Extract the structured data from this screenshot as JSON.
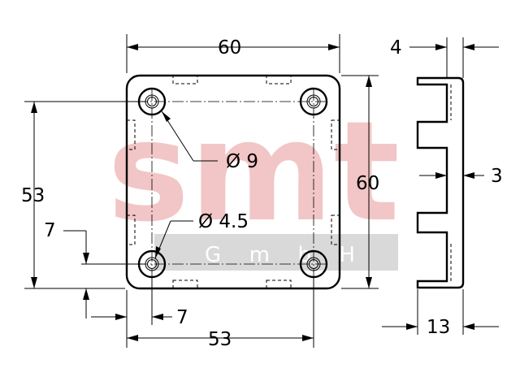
{
  "watermark": {
    "brand": "smt",
    "sub": "G m b H",
    "brand_color": "#f2c6c6",
    "band_color": "#d9d9d9"
  },
  "dimensions": {
    "top_width": "60",
    "right_height": "60",
    "left_height": "53",
    "bottom_width": "53",
    "hole_large": "Ø 9",
    "hole_small": "Ø 4.5",
    "offset_left": "7",
    "offset_bottom": "7",
    "side_thickness": "4",
    "side_step": "3",
    "side_depth": "13"
  }
}
